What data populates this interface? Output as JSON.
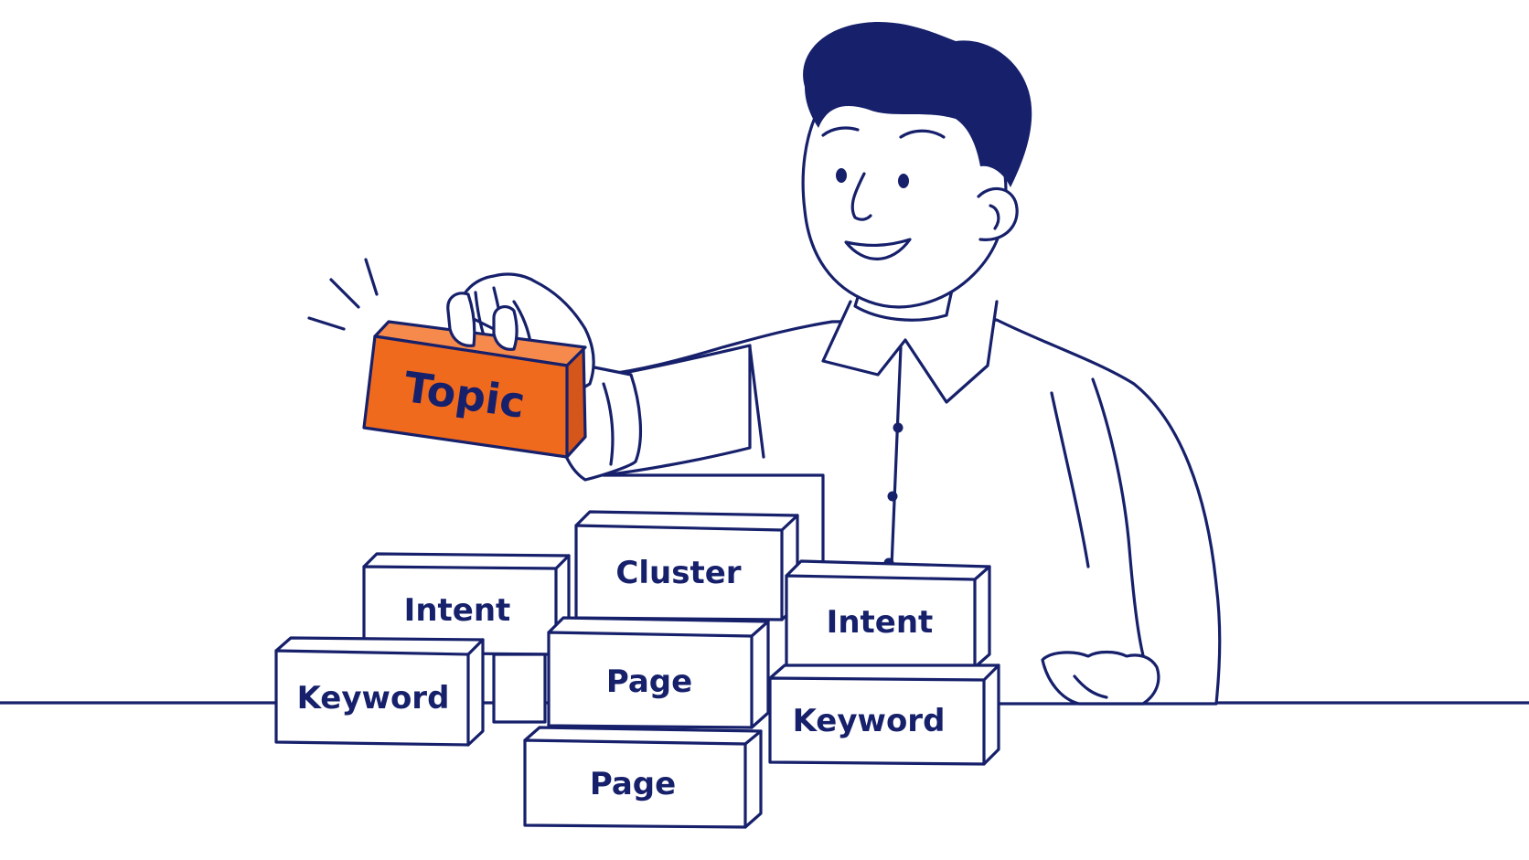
{
  "blocks": {
    "topic": "Topic",
    "cluster": "Cluster",
    "intent_left": "Intent",
    "intent_right": "Intent",
    "keyword_left": "Keyword",
    "keyword_right": "Keyword",
    "page_middle": "Page",
    "page_bottom": "Page"
  },
  "colors": {
    "ink": "#16206b",
    "accent": "#f06a1e",
    "background": "#ffffff"
  }
}
